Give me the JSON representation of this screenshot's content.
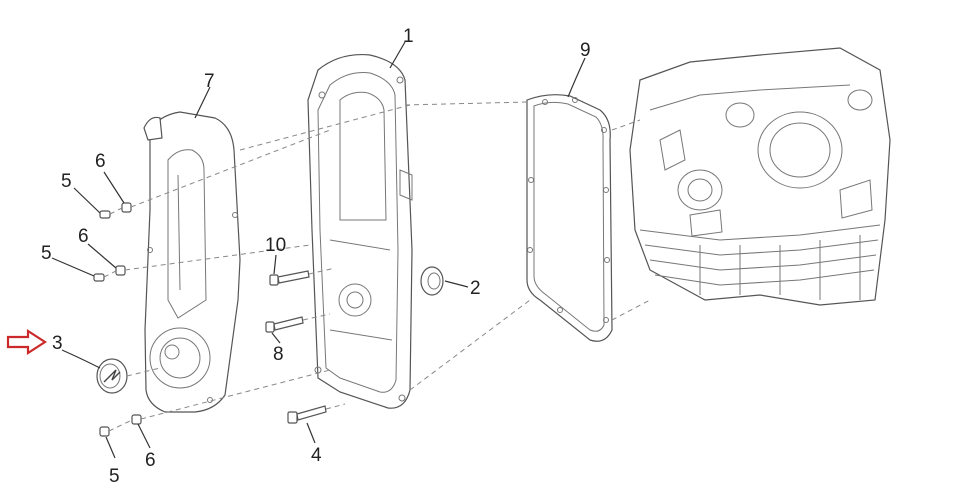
{
  "diagram": {
    "callouts": {
      "c1": "1",
      "c2": "2",
      "c3": "3",
      "c4": "4",
      "c5a": "5",
      "c5b": "5",
      "c5c": "5",
      "c6a": "6",
      "c6b": "6",
      "c6c": "6",
      "c7": "7",
      "c8": "8",
      "c9": "9",
      "c10": "10"
    },
    "pointer_arrow": {
      "icon": "right-arrow-icon",
      "color": "#cc2a2a",
      "target_callout": "3"
    },
    "colors": {
      "line": "#555555",
      "background": "#ffffff"
    }
  }
}
